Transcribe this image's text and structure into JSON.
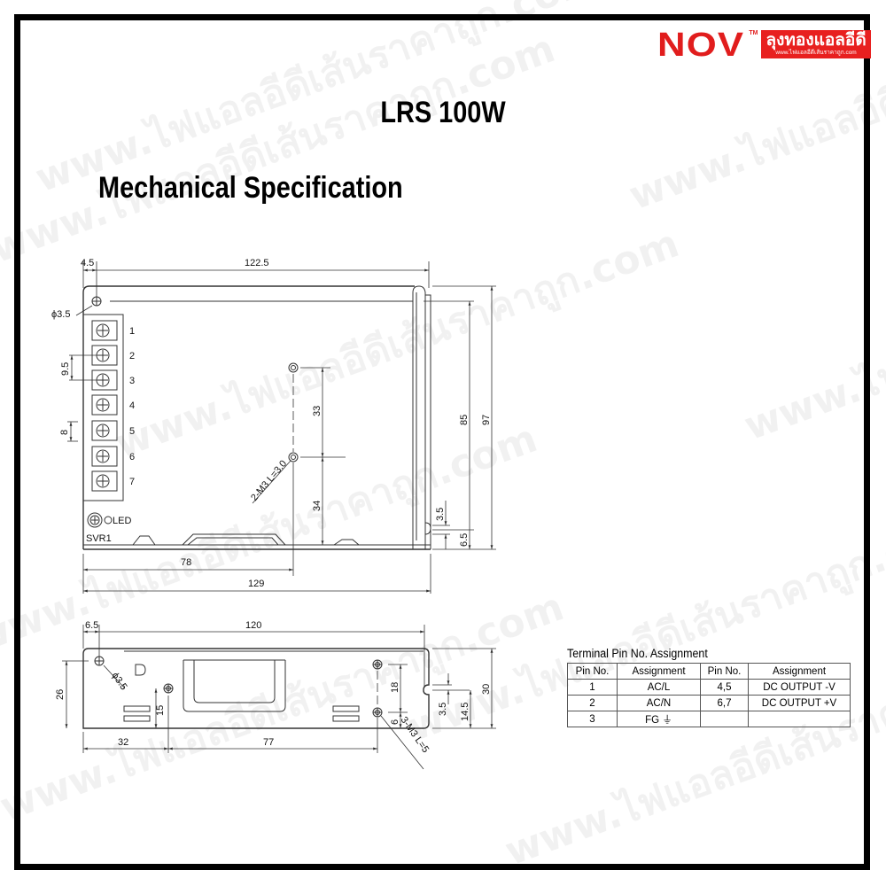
{
  "logo": {
    "brand": "NOV",
    "trademark": "TM",
    "thai_name": "ลุงทองแอลอีดี",
    "url": "www.ไฟแอลอีดีเส้นราคาถูก.com",
    "brand_color": "#e11d1d"
  },
  "watermark_text": "www.ไฟแอลอีดีเส้นราคาถูก.com",
  "title": "LRS 100W",
  "subtitle": "Mechanical Specification",
  "top_view": {
    "dims": {
      "hole_offset": "4.5",
      "hole_span": "122.5",
      "hole_dia": "ϕ3.5",
      "pin_pitch": "9.5",
      "terminal_width": "8",
      "mount_upper": "33",
      "mount_lower": "34",
      "mount_note": "2-M3 L=3.0",
      "inner_height": "85",
      "total_height": "97",
      "notch_width": "3.5",
      "notch_offset": "6.5",
      "mount_x": "78",
      "total_length": "129"
    },
    "terminal_numbers": [
      "1",
      "2",
      "3",
      "4",
      "5",
      "6",
      "7"
    ],
    "led_label": "LED",
    "svr_label": "SVR1"
  },
  "side_view": {
    "dims": {
      "hole_offset": "6.5",
      "hole_span": "120",
      "hole_dia": "ϕ3.5",
      "hole_height": "26",
      "screw_height_left": "15",
      "left_screw_x": "32",
      "screw_spacing": "77",
      "screw_pitch_right": "18",
      "screw_bottom": "6",
      "screw_note": "3-M3 L=5",
      "notch_width": "3.5",
      "notch_height": "14.5",
      "total_height": "30"
    }
  },
  "pin_table": {
    "caption": "Terminal Pin No.  Assignment",
    "headers": [
      "Pin No.",
      "Assignment",
      "Pin No.",
      "Assignment"
    ],
    "rows": [
      [
        "1",
        "AC/L",
        "4,5",
        "DC OUTPUT -V"
      ],
      [
        "2",
        "AC/N",
        "6,7",
        "DC OUTPUT +V"
      ],
      [
        "3",
        "FG ⏚",
        "",
        ""
      ]
    ]
  }
}
